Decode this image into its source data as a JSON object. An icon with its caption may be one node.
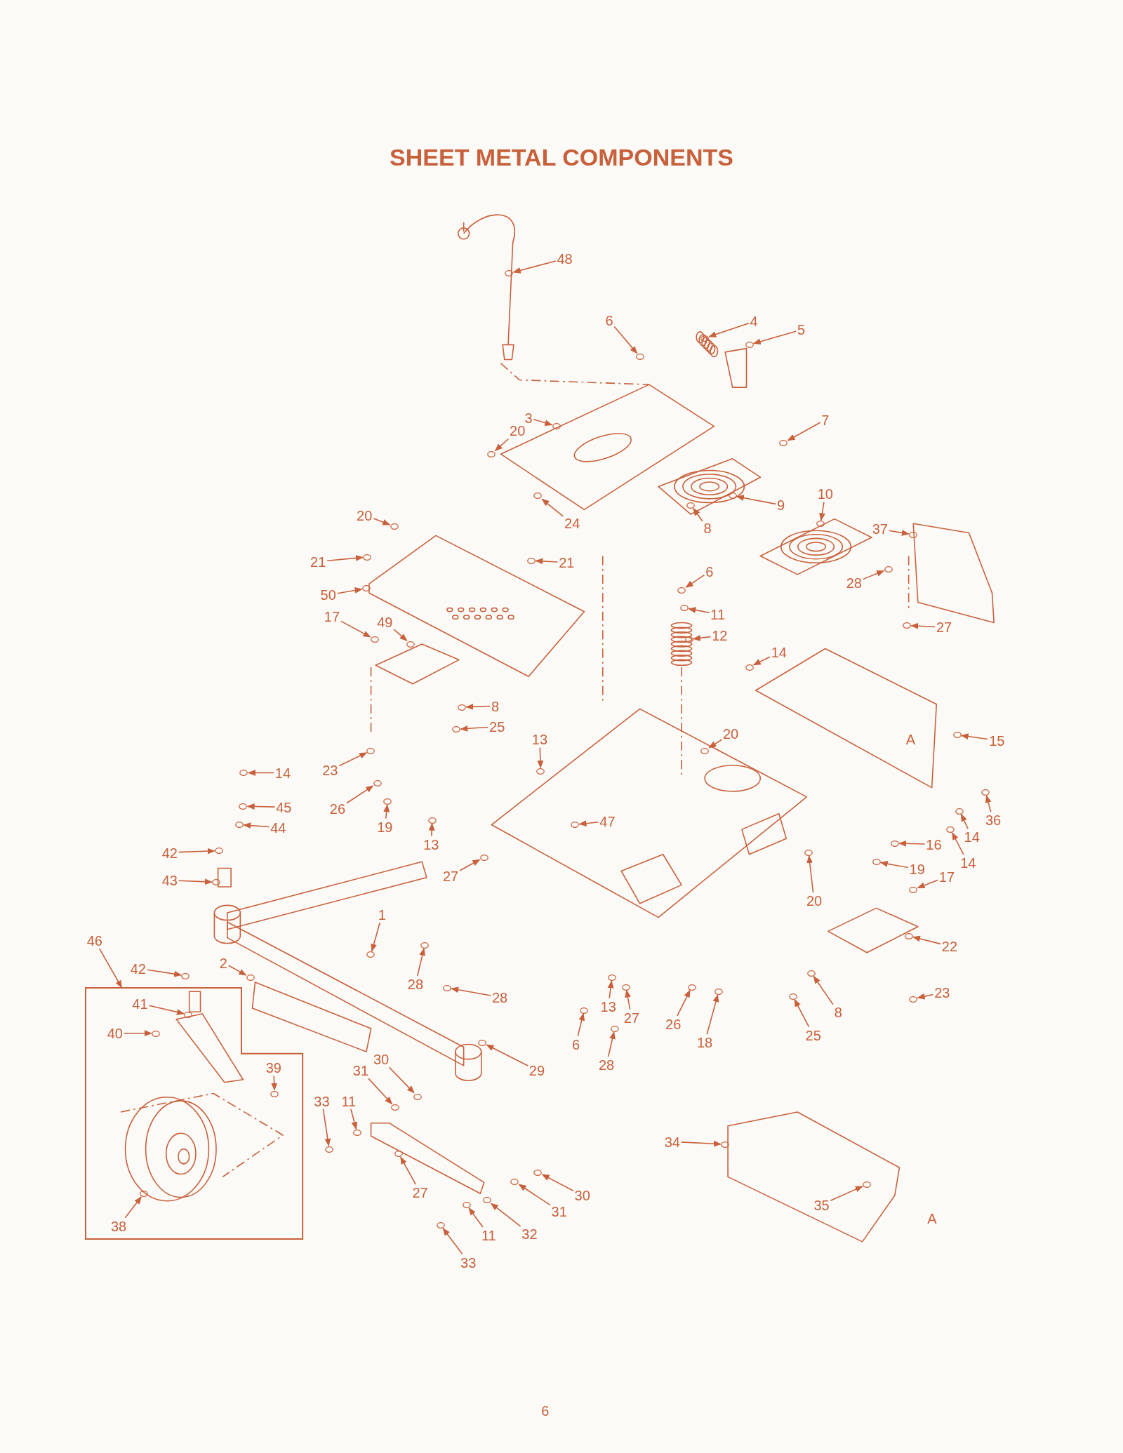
{
  "diagram": {
    "title": "SHEET METAL COMPONENTS",
    "nodes": [
      {
        "text": [
          "48"
        ]
      },
      {
        "text": [
          "6"
        ]
      },
      {
        "text": [
          "4"
        ]
      },
      {
        "text": [
          "5"
        ]
      },
      {
        "text": [
          "3"
        ]
      },
      {
        "text": [
          "7"
        ]
      },
      {
        "text": [
          "20"
        ]
      },
      {
        "text": [
          "10"
        ]
      },
      {
        "text": [
          "9"
        ]
      },
      {
        "text": [
          "20"
        ]
      },
      {
        "text": [
          "24"
        ]
      },
      {
        "text": [
          "8"
        ]
      },
      {
        "text": [
          "37"
        ]
      },
      {
        "text": [
          "21"
        ]
      },
      {
        "text": [
          "21"
        ]
      },
      {
        "text": [
          "6"
        ]
      },
      {
        "text": [
          "28"
        ]
      },
      {
        "text": [
          "50"
        ]
      },
      {
        "text": [
          "11"
        ]
      },
      {
        "text": [
          "17"
        ]
      },
      {
        "text": [
          "49"
        ]
      },
      {
        "text": [
          "27"
        ]
      },
      {
        "text": [
          "12"
        ]
      },
      {
        "text": [
          "14"
        ]
      },
      {
        "text": [
          "8"
        ]
      },
      {
        "text": [
          "25"
        ]
      },
      {
        "text": [
          "20"
        ]
      },
      {
        "text": [
          "13"
        ]
      },
      {
        "text": [
          "15"
        ]
      },
      {
        "text": [
          "23"
        ]
      },
      {
        "text": [
          "14"
        ]
      },
      {
        "text": [
          "45"
        ]
      },
      {
        "text": [
          "26"
        ]
      },
      {
        "text": [
          "36"
        ]
      },
      {
        "text": [
          "47"
        ]
      },
      {
        "text": [
          "19"
        ]
      },
      {
        "text": [
          "44"
        ]
      },
      {
        "text": [
          "14"
        ]
      },
      {
        "text": [
          "13"
        ]
      },
      {
        "text": [
          "16"
        ]
      },
      {
        "text": [
          "42"
        ]
      },
      {
        "text": [
          "14"
        ]
      },
      {
        "text": [
          "19"
        ]
      },
      {
        "text": [
          "27"
        ]
      },
      {
        "text": [
          "17"
        ]
      },
      {
        "text": [
          "43"
        ]
      },
      {
        "text": [
          "20"
        ]
      },
      {
        "text": [
          "1"
        ]
      },
      {
        "text": [
          "46"
        ]
      },
      {
        "text": [],
        "shape": "box"
      },
      {
        "text": [
          "22"
        ]
      },
      {
        "text": [
          "2"
        ]
      },
      {
        "text": [
          "42"
        ]
      },
      {
        "text": [
          "28"
        ]
      },
      {
        "text": [
          "23"
        ]
      },
      {
        "text": [
          "28"
        ]
      },
      {
        "text": [
          "41"
        ],
        "in": 49
      },
      {
        "text": [
          "13"
        ]
      },
      {
        "text": [
          "8"
        ]
      },
      {
        "text": [
          "27"
        ]
      },
      {
        "text": [
          "26"
        ]
      },
      {
        "text": [
          "40"
        ],
        "in": 49
      },
      {
        "text": [
          "25"
        ]
      },
      {
        "text": [
          "18"
        ]
      },
      {
        "text": [
          "6"
        ]
      },
      {
        "text": [
          "30"
        ]
      },
      {
        "text": [
          "28"
        ]
      },
      {
        "text": [
          "39"
        ],
        "in": 49
      },
      {
        "text": [
          "29"
        ]
      },
      {
        "text": [
          "31"
        ]
      },
      {
        "text": [
          "33"
        ]
      },
      {
        "text": [
          "11"
        ]
      },
      {
        "text": [
          "34"
        ]
      },
      {
        "text": [
          "27"
        ]
      },
      {
        "text": [
          "30"
        ]
      },
      {
        "text": [
          "35"
        ]
      },
      {
        "text": [
          "31"
        ]
      },
      {
        "text": [
          "38"
        ],
        "in": 49
      },
      {
        "text": [
          "32"
        ]
      },
      {
        "text": [
          "11"
        ]
      },
      {
        "text": [
          "33"
        ]
      },
      {
        "text": [],
        "shape": "circle"
      },
      {
        "text": [],
        "shape": "circle"
      },
      {
        "text": [],
        "shape": "circle"
      },
      {
        "text": [],
        "shape": "circle"
      },
      {
        "text": [],
        "shape": "circle"
      },
      {
        "text": [],
        "shape": "circle"
      },
      {
        "text": [],
        "shape": "circle"
      },
      {
        "text": [],
        "shape": "circle"
      },
      {
        "text": [],
        "shape": "circle"
      },
      {
        "text": [],
        "shape": "circle"
      },
      {
        "text": [],
        "shape": "circle"
      },
      {
        "text": [],
        "shape": "circle"
      },
      {
        "text": [],
        "shape": "circle"
      },
      {
        "text": [],
        "shape": "circle"
      },
      {
        "text": [],
        "shape": "circle"
      },
      {
        "text": [],
        "shape": "circle"
      },
      {
        "text": [],
        "shape": "circle"
      },
      {
        "text": [],
        "shape": "circle"
      },
      {
        "text": [],
        "shape": "circle"
      },
      {
        "text": [],
        "shape": "circle"
      },
      {
        "text": [],
        "shape": "circle"
      },
      {
        "text": [],
        "shape": "circle"
      },
      {
        "text": [],
        "shape": "circle"
      },
      {
        "text": [],
        "shape": "circle"
      },
      {
        "text": [],
        "shape": "circle"
      },
      {
        "text": [],
        "shape": "circle"
      },
      {
        "text": [],
        "shape": "circle"
      },
      {
        "text": [],
        "shape": "circle"
      },
      {
        "text": [],
        "shape": "circle"
      },
      {
        "text": [],
        "shape": "circle"
      },
      {
        "text": [],
        "shape": "circle"
      },
      {
        "text": [],
        "shape": "circle"
      },
      {
        "text": [],
        "shape": "circle"
      },
      {
        "text": [],
        "shape": "circle"
      },
      {
        "text": [],
        "shape": "circle"
      },
      {
        "text": [],
        "shape": "circle"
      },
      {
        "text": [],
        "shape": "circle"
      },
      {
        "text": [],
        "shape": "circle"
      },
      {
        "text": [],
        "shape": "circle"
      },
      {
        "text": [],
        "shape": "circle"
      },
      {
        "text": [],
        "shape": "circle"
      },
      {
        "text": [],
        "shape": "circle"
      },
      {
        "text": [],
        "shape": "circle"
      },
      {
        "text": [],
        "shape": "circle"
      },
      {
        "text": [],
        "shape": "circle"
      },
      {
        "text": [],
        "shape": "circle"
      },
      {
        "text": [],
        "shape": "circle"
      },
      {
        "text": [],
        "shape": "circle"
      },
      {
        "text": [],
        "shape": "circle"
      },
      {
        "text": [],
        "shape": "circle"
      },
      {
        "text": [],
        "shape": "circle"
      },
      {
        "text": [],
        "shape": "circle"
      },
      {
        "text": [],
        "shape": "circle"
      },
      {
        "text": [],
        "shape": "circle"
      },
      {
        "text": [],
        "shape": "circle",
        "in": 49
      },
      {
        "text": [],
        "shape": "circle"
      },
      {
        "text": [],
        "shape": "circle"
      },
      {
        "text": [],
        "shape": "circle"
      },
      {
        "text": [],
        "shape": "circle"
      },
      {
        "text": [],
        "shape": "circle",
        "in": 49
      },
      {
        "text": [],
        "shape": "circle"
      },
      {
        "text": [],
        "shape": "circle"
      },
      {
        "text": [],
        "shape": "circle"
      },
      {
        "text": [],
        "shape": "circle"
      },
      {
        "text": [],
        "shape": "circle"
      },
      {
        "text": [],
        "shape": "circle",
        "in": 49
      },
      {
        "text": [],
        "shape": "circle"
      },
      {
        "text": [],
        "shape": "circle"
      },
      {
        "text": [],
        "shape": "circle"
      },
      {
        "text": [],
        "shape": "circle"
      },
      {
        "text": [],
        "shape": "circle"
      },
      {
        "text": [],
        "shape": "circle"
      },
      {
        "text": [],
        "shape": "circle"
      },
      {
        "text": [],
        "shape": "circle"
      },
      {
        "text": [],
        "shape": "circle"
      },
      {
        "text": [],
        "shape": "circle",
        "in": 49
      },
      {
        "text": [],
        "shape": "circle"
      },
      {
        "text": [],
        "shape": "circle"
      },
      {
        "text": [],
        "shape": "circle"
      }
    ],
    "edges": [
      {
        "from": 0,
        "to": 81,
        "arrow": "to"
      },
      {
        "from": 1,
        "to": 82,
        "arrow": "to"
      },
      {
        "from": 2,
        "to": 83,
        "arrow": "to"
      },
      {
        "from": 3,
        "to": 84,
        "arrow": "to"
      },
      {
        "from": 4,
        "to": 85,
        "arrow": "to"
      },
      {
        "from": 5,
        "to": 86,
        "arrow": "to"
      },
      {
        "from": 6,
        "to": 87,
        "arrow": "to"
      },
      {
        "from": 7,
        "to": 88,
        "arrow": "to"
      },
      {
        "from": 8,
        "to": 89,
        "arrow": "to"
      },
      {
        "from": 9,
        "to": 90,
        "arrow": "to"
      },
      {
        "from": 10,
        "to": 91,
        "arrow": "to"
      },
      {
        "from": 11,
        "to": 92,
        "arrow": "to"
      },
      {
        "from": 12,
        "to": 93,
        "arrow": "to"
      },
      {
        "from": 13,
        "to": 94,
        "arrow": "to"
      },
      {
        "from": 14,
        "to": 95,
        "arrow": "to"
      },
      {
        "from": 15,
        "to": 96,
        "arrow": "to"
      },
      {
        "from": 16,
        "to": 97,
        "arrow": "to"
      },
      {
        "from": 17,
        "to": 98,
        "arrow": "to"
      },
      {
        "from": 18,
        "to": 99,
        "arrow": "to"
      },
      {
        "from": 19,
        "to": 100,
        "arrow": "to"
      },
      {
        "from": 20,
        "to": 101,
        "arrow": "to"
      },
      {
        "from": 21,
        "to": 102,
        "arrow": "to"
      },
      {
        "from": 22,
        "to": 103,
        "arrow": "to"
      },
      {
        "from": 23,
        "to": 104,
        "arrow": "to"
      },
      {
        "from": 24,
        "to": 105,
        "arrow": "to"
      },
      {
        "from": 25,
        "to": 106,
        "arrow": "to"
      },
      {
        "from": 26,
        "to": 107,
        "arrow": "to"
      },
      {
        "from": 27,
        "to": 108,
        "arrow": "to"
      },
      {
        "from": 28,
        "to": 109,
        "arrow": "to"
      },
      {
        "from": 29,
        "to": 110,
        "arrow": "to"
      },
      {
        "from": 30,
        "to": 111,
        "arrow": "to"
      },
      {
        "from": 31,
        "to": 112,
        "arrow": "to"
      },
      {
        "from": 32,
        "to": 113,
        "arrow": "to"
      },
      {
        "from": 33,
        "to": 114,
        "arrow": "to"
      },
      {
        "from": 34,
        "to": 115,
        "arrow": "to"
      },
      {
        "from": 35,
        "to": 116,
        "arrow": "to"
      },
      {
        "from": 36,
        "to": 117,
        "arrow": "to"
      },
      {
        "from": 37,
        "to": 118,
        "arrow": "to"
      },
      {
        "from": 38,
        "to": 119,
        "arrow": "to"
      },
      {
        "from": 39,
        "to": 120,
        "arrow": "to"
      },
      {
        "from": 40,
        "to": 121,
        "arrow": "to"
      },
      {
        "from": 41,
        "to": 122,
        "arrow": "to"
      },
      {
        "from": 42,
        "to": 123,
        "arrow": "to"
      },
      {
        "from": 43,
        "to": 124,
        "arrow": "to"
      },
      {
        "from": 44,
        "to": 125,
        "arrow": "to"
      },
      {
        "from": 45,
        "to": 126,
        "arrow": "to"
      },
      {
        "from": 46,
        "to": 127,
        "arrow": "to"
      },
      {
        "from": 47,
        "to": 128,
        "arrow": "to"
      },
      {
        "from": 48,
        "to": 49,
        "arrow": "to"
      },
      {
        "from": 50,
        "to": 129,
        "arrow": "to"
      },
      {
        "from": 51,
        "to": 130,
        "arrow": "to"
      },
      {
        "from": 52,
        "to": 131,
        "arrow": "to"
      },
      {
        "from": 53,
        "to": 132,
        "arrow": "to"
      },
      {
        "from": 54,
        "to": 133,
        "arrow": "to"
      },
      {
        "from": 55,
        "to": 134,
        "arrow": "to"
      },
      {
        "from": 56,
        "to": 135,
        "arrow": "to"
      },
      {
        "from": 57,
        "to": 136,
        "arrow": "to"
      },
      {
        "from": 58,
        "to": 137,
        "arrow": "to"
      },
      {
        "from": 59,
        "to": 138,
        "arrow": "to"
      },
      {
        "from": 60,
        "to": 139,
        "arrow": "to"
      },
      {
        "from": 61,
        "to": 140,
        "arrow": "to"
      },
      {
        "from": 62,
        "to": 141,
        "arrow": "to"
      },
      {
        "from": 63,
        "to": 142,
        "arrow": "to"
      },
      {
        "from": 64,
        "to": 143,
        "arrow": "to"
      },
      {
        "from": 65,
        "to": 144,
        "arrow": "to"
      },
      {
        "from": 66,
        "to": 145,
        "arrow": "to"
      },
      {
        "from": 67,
        "to": 146,
        "arrow": "to"
      },
      {
        "from": 68,
        "to": 147,
        "arrow": "to"
      },
      {
        "from": 69,
        "to": 148,
        "arrow": "to"
      },
      {
        "from": 70,
        "to": 149,
        "arrow": "to"
      },
      {
        "from": 71,
        "to": 150,
        "arrow": "to"
      },
      {
        "from": 72,
        "to": 151,
        "arrow": "to"
      },
      {
        "from": 73,
        "to": 152,
        "arrow": "to"
      },
      {
        "from": 74,
        "to": 153,
        "arrow": "to"
      },
      {
        "from": 75,
        "to": 154,
        "arrow": "to"
      },
      {
        "from": 76,
        "to": 155,
        "arrow": "to"
      },
      {
        "from": 77,
        "to": 156,
        "arrow": "to"
      },
      {
        "from": 78,
        "to": 157,
        "arrow": "to"
      },
      {
        "from": 79,
        "to": 158,
        "arrow": "to"
      },
      {
        "from": 80,
        "to": 159,
        "arrow": "to"
      }
    ],
    "labels": [
      "A",
      "A",
      "6"
    ]
  }
}
